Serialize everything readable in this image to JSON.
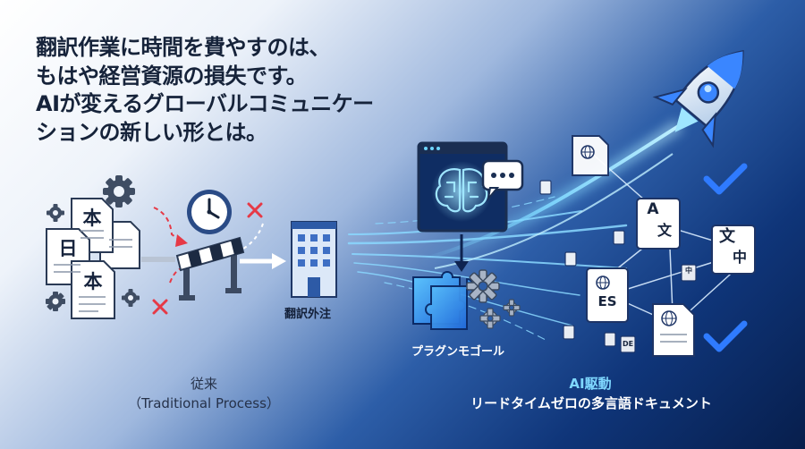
{
  "headline": [
    "翻訳作業に時間を費やすのは、",
    "もはや経営資源の損失です。",
    "AIが変えるグローバルコミュニケー",
    "ションの新しい形とは。"
  ],
  "traditional": {
    "doc_glyphs": [
      "本",
      "日",
      "本"
    ],
    "outsourcing_label": "翻訳外注",
    "caption_line1": "従来",
    "caption_line2": "（Traditional Process）"
  },
  "ai": {
    "plugin_label": "プラグンモゴール",
    "caption_line1": "AI駆動",
    "caption_line2": "リードタイムゼロの多言語ドキュメント",
    "doc_glyphs": {
      "doc_a": "A",
      "doc_a_sub": "文",
      "doc_zh": "文",
      "doc_zh_sub": "中",
      "doc_es": "ES",
      "mini_zh": "中",
      "mini_de": "DE"
    }
  },
  "colors": {
    "accent_blue": "#3a86ff",
    "glow_cyan": "#6fd6ff",
    "warning_red": "#e63946",
    "check_blue": "#2f7bff"
  }
}
